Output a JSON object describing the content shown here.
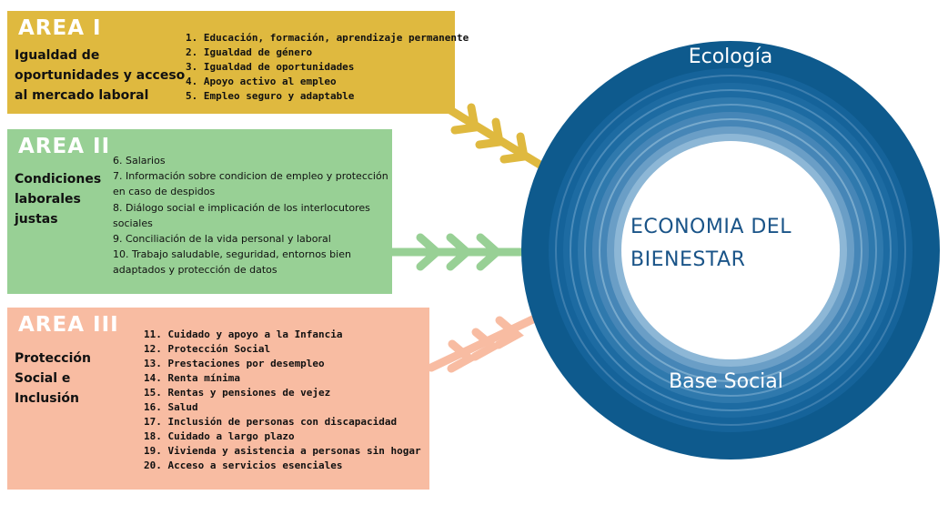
{
  "areas": [
    {
      "title": "AREA I",
      "subtitle": "Igualdad de oportunidades y acceso al mercado laboral",
      "items": [
        "1. Educación, formación, aprendizaje permanente",
        "2. Igualdad de género",
        "3. Igualdad de oportunidades",
        "4. Apoyo activo al empleo",
        "5. Empleo seguro y adaptable"
      ]
    },
    {
      "title": "AREA II",
      "subtitle": "Condiciones laborales justas",
      "items": [
        "6. Salarios",
        "7. Información sobre condicion de empleo y protección en caso de despidos",
        "8. Diálogo social e implicación de los interlocutores sociales",
        "9. Conciliación de la vida personal y laboral",
        "10. Trabajo saludable, seguridad, entornos bien adaptados y protección de datos"
      ]
    },
    {
      "title": "AREA III",
      "subtitle": "Protección Social e Inclusión",
      "items": [
        "11. Cuidado y apoyo a la Infancia",
        "12. Protección Social",
        "13. Prestaciones por desempleo",
        "14. Renta mínima",
        "15. Rentas y pensiones de vejez",
        "16. Salud",
        "17. Inclusión de personas con discapacidad",
        "18. Cuidado a largo plazo",
        "19. Vivienda y asistencia a personas sin hogar",
        "20. Acceso a servicios esenciales"
      ]
    }
  ],
  "circle": {
    "top_label": "Ecología",
    "bottom_label": "Base Social",
    "center_line1": "ECONOMIA DEL",
    "center_line2": "BIENESTAR"
  },
  "colors": {
    "area1": "#dfb93f",
    "area2": "#98d095",
    "area3": "#f8bca2",
    "ring_outer": "#0e5a8d",
    "center_text": "#1a5488"
  }
}
